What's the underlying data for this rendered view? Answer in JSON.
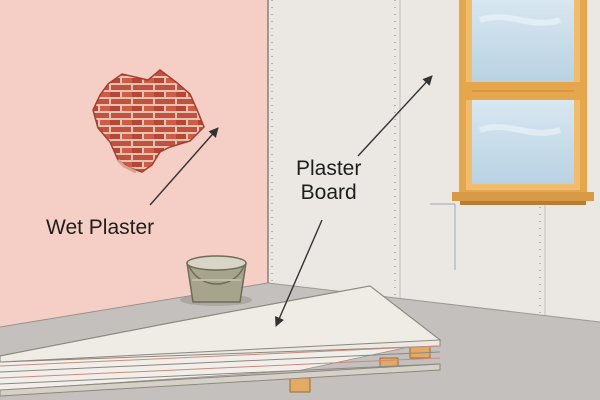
{
  "labels": {
    "wet_plaster": "Wet Plaster",
    "plaster_board_line1": "Plaster",
    "plaster_board_line2": "Board"
  },
  "colors": {
    "pink_wall": "#f5cfc6",
    "board_wall": "#ebe8e4",
    "floor": "#c3c0bd",
    "brick": "#c4513e",
    "window_frame": "#e6a64d",
    "glass": "#cfe0ec",
    "bucket": "#a7a48c",
    "pallet": "#e4aa64",
    "arrow": "#333333"
  },
  "icons": {
    "bucket": "plaster-bucket-icon",
    "window": "window-icon"
  }
}
